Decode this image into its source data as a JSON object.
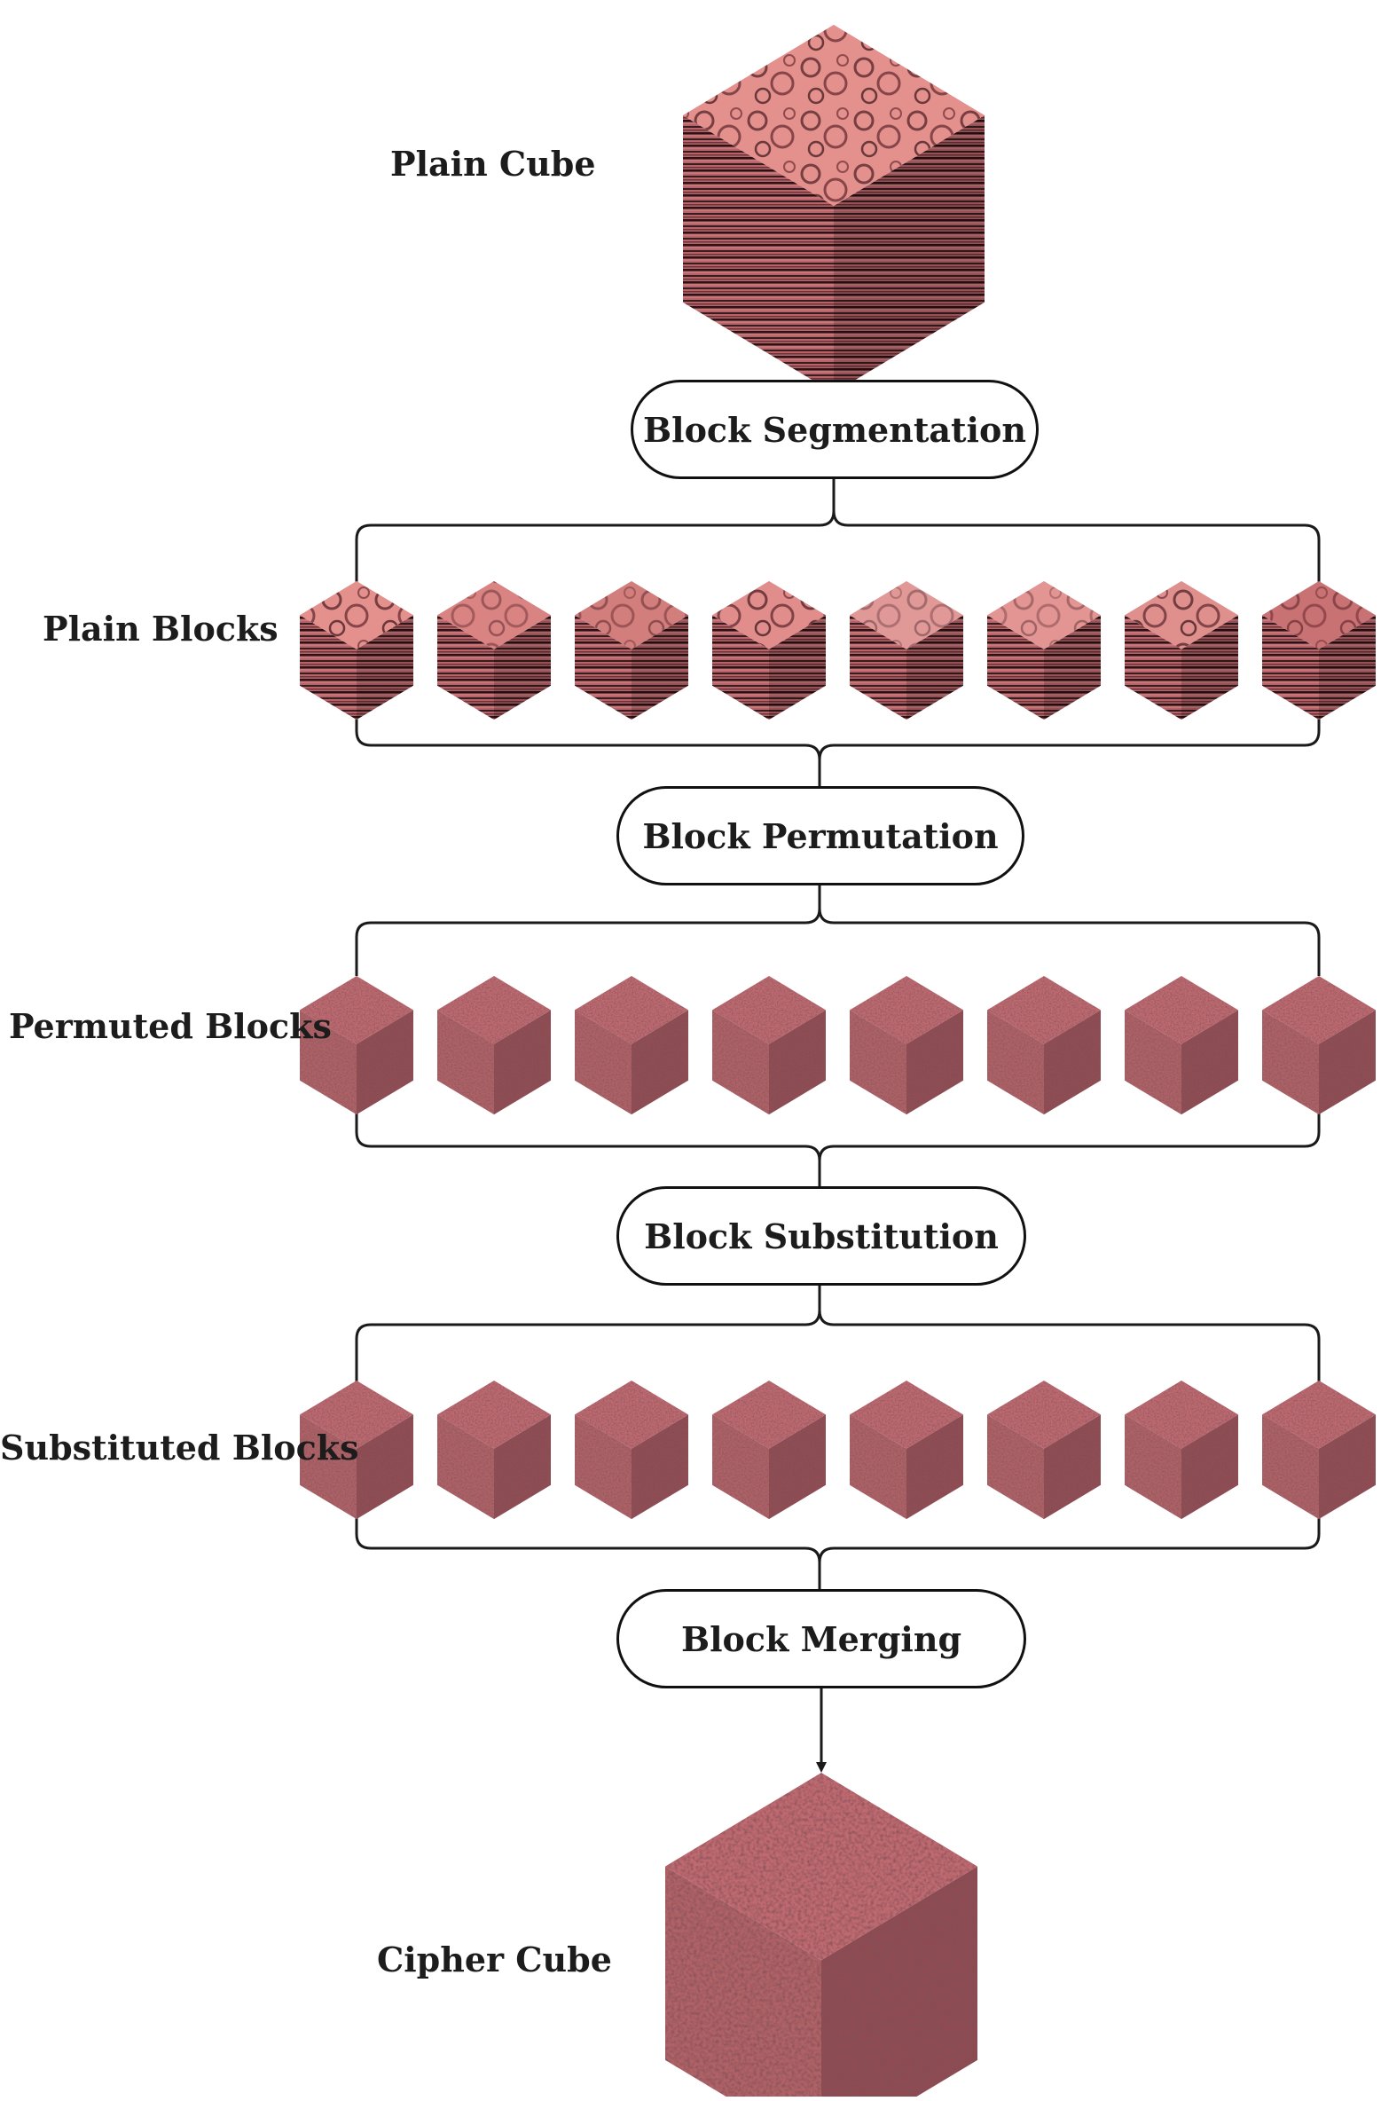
{
  "labels": {
    "plain_cube": "Plain Cube",
    "plain_blocks": "Plain Blocks",
    "permuted_blocks": "Permuted Blocks",
    "substituted_blocks": "Substituted Blocks",
    "cipher_cube": "Cipher Cube"
  },
  "steps": {
    "segmentation": "Block Segmentation",
    "permutation": "Block Permutation",
    "substitution": "Block Substitution",
    "merging": "Block Merging"
  },
  "colors": {
    "cube_top": "#e58f8c",
    "cube_left": "#b06266",
    "cube_right": "#8f4a50",
    "stripe_dark": "#3a1b1f",
    "noise_base": "#b0565d",
    "line": "#1a1a1a"
  },
  "block_count": 8
}
